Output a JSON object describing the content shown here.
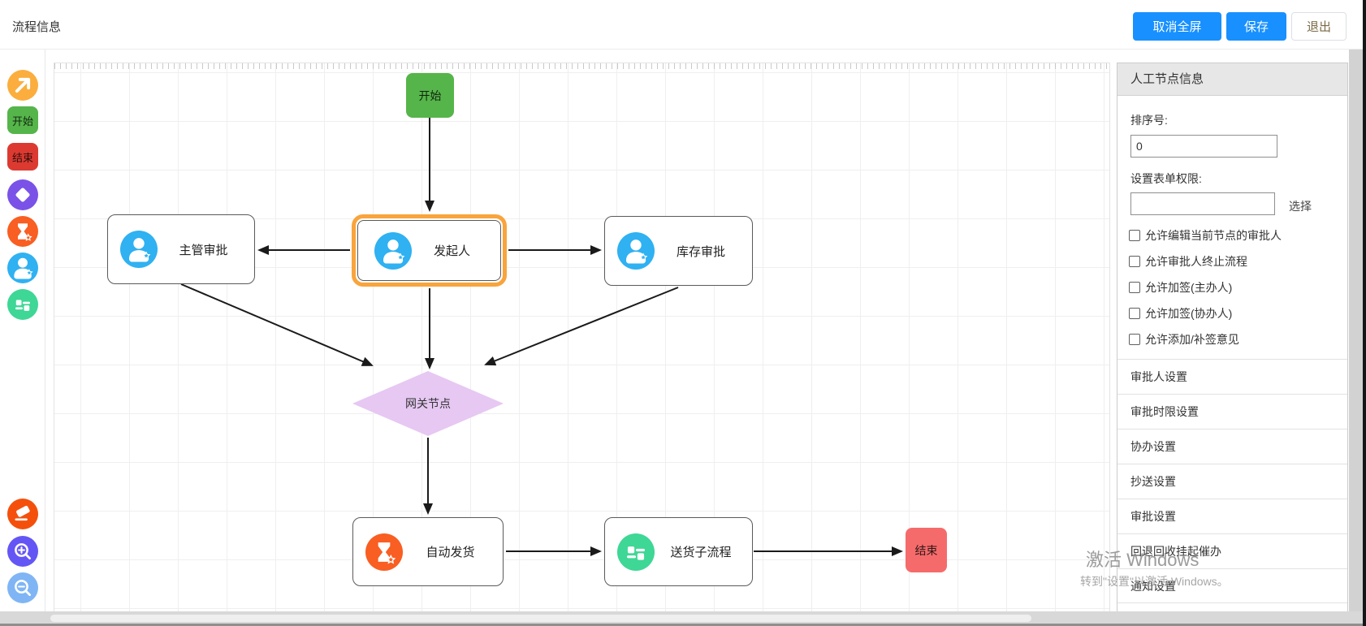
{
  "window": {
    "title": "流程信息",
    "buttons": {
      "cancel_fullscreen": "取消全屏",
      "save": "保存",
      "exit": "退出"
    },
    "watermark": {
      "line1": "激活 Windows",
      "line2": "转到\"设置\"以激活 Windows。"
    }
  },
  "toolbar": {
    "items": [
      {
        "name": "connect-tool",
        "icon": "arrow-up-right-icon",
        "color": "#fbae3d"
      },
      {
        "name": "start-node-tool",
        "label": "开始",
        "color": "#55b54a"
      },
      {
        "name": "end-node-tool",
        "label": "结束",
        "color": "#dc3a31"
      },
      {
        "name": "gateway-node-tool",
        "icon": "diamond-icon",
        "color": "#7a52e8"
      },
      {
        "name": "auto-node-tool",
        "icon": "auto-task-icon",
        "color": "#f95e22"
      },
      {
        "name": "manual-node-tool",
        "icon": "person-icon",
        "color": "#2fb1f2"
      },
      {
        "name": "subprocess-node-tool",
        "icon": "sliders-icon",
        "color": "#3ed795"
      },
      {
        "name": "clear-canvas-tool",
        "icon": "eraser-icon",
        "color": "#f4500c"
      },
      {
        "name": "zoom-in-tool",
        "icon": "zoom-in-icon",
        "color": "#6456f5"
      },
      {
        "name": "zoom-out-tool",
        "icon": "zoom-out-icon",
        "color": "#7fb5f5"
      }
    ]
  },
  "flow": {
    "nodes": [
      {
        "id": "start",
        "type": "start",
        "label": "开始",
        "color": "#55b54a"
      },
      {
        "id": "initiator",
        "type": "manual",
        "label": "发起人",
        "selected": true
      },
      {
        "id": "supervisor",
        "type": "manual",
        "label": "主管审批"
      },
      {
        "id": "inventory",
        "type": "manual",
        "label": "库存审批"
      },
      {
        "id": "gateway",
        "type": "gateway",
        "label": "网关节点",
        "color": "#e6c8f3"
      },
      {
        "id": "autoship",
        "type": "auto",
        "label": "自动发货"
      },
      {
        "id": "delivery",
        "type": "subprocess",
        "label": "送货子流程"
      },
      {
        "id": "end",
        "type": "end",
        "label": "结束",
        "color": "#f56b6b"
      }
    ],
    "edges": [
      {
        "from": "start",
        "to": "initiator"
      },
      {
        "from": "initiator",
        "to": "supervisor"
      },
      {
        "from": "initiator",
        "to": "inventory"
      },
      {
        "from": "supervisor",
        "to": "gateway"
      },
      {
        "from": "initiator",
        "to": "gateway"
      },
      {
        "from": "inventory",
        "to": "gateway"
      },
      {
        "from": "gateway",
        "to": "autoship"
      },
      {
        "from": "autoship",
        "to": "delivery"
      },
      {
        "from": "delivery",
        "to": "end"
      }
    ]
  },
  "panel": {
    "title": "人工节点信息",
    "sort_label": "排序号:",
    "sort_value": "0",
    "perm_label": "设置表单权限:",
    "perm_value": "",
    "select_button": "选择",
    "checkboxes": [
      {
        "label": "允许编辑当前节点的审批人",
        "checked": false
      },
      {
        "label": "允许审批人终止流程",
        "checked": false
      },
      {
        "label": "允许加签(主办人)",
        "checked": false
      },
      {
        "label": "允许加签(协办人)",
        "checked": false
      },
      {
        "label": "允许添加/补签意见",
        "checked": false
      }
    ],
    "sections": [
      "审批人设置",
      "审批时限设置",
      "协办设置",
      "抄送设置",
      "审批设置",
      "回退回收挂起催办",
      "通知设置"
    ]
  },
  "colors": {
    "accent_blue": "#1890ff",
    "selected_border": "#f9a43c"
  }
}
